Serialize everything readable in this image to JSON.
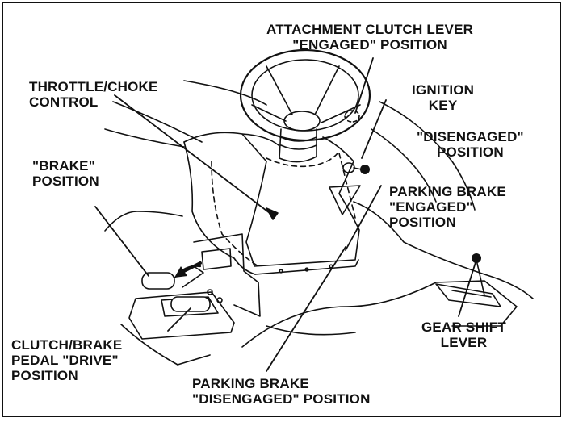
{
  "labels": {
    "attachment_clutch_l1": "ATTACHMENT CLUTCH LEVER",
    "attachment_clutch_l2": "\"ENGAGED\" POSITION",
    "throttle_l1": "THROTTLE/CHOKE",
    "throttle_l2": "CONTROL",
    "ignition_l1": "IGNITION",
    "ignition_l2": "KEY",
    "disengaged_l1": "\"DISENGAGED\"",
    "disengaged_l2": "POSITION",
    "brake_l1": "\"BRAKE\"",
    "brake_l2": "POSITION",
    "parking_eng_l1": "PARKING BRAKE",
    "parking_eng_l2": "\"ENGAGED\"",
    "parking_eng_l3": "POSITION",
    "gear_l1": "GEAR SHIFT",
    "gear_l2": "LEVER",
    "clutch_l1": "CLUTCH/BRAKE",
    "clutch_l2": "PEDAL \"DRIVE\"",
    "clutch_l3": "POSITION",
    "parking_dis_l1": "PARKING BRAKE",
    "parking_dis_l2": "\"DISENGAGED\" POSITION"
  },
  "colors": {
    "ink": "#111111",
    "paper": "#ffffff"
  }
}
